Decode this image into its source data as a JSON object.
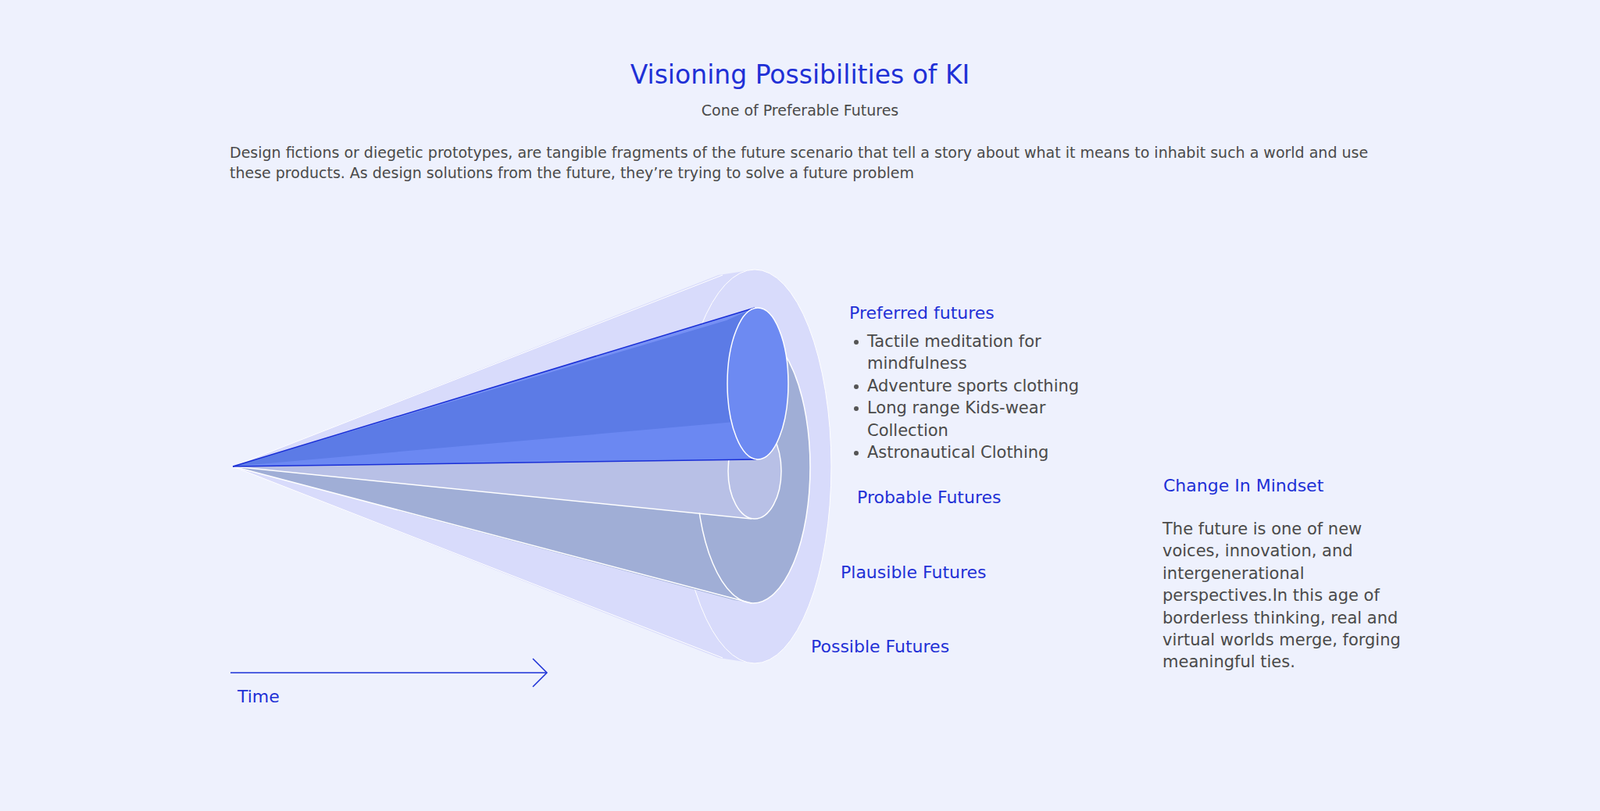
{
  "diagram": {
    "title": "Visioning Possibilities of KI",
    "labels": [
      "Cone of Preferable Futures",
      "Design fictions or diegetic prototypes, are tangible fragments of the future scenario that tell a story about what it means to inhabit such a world and use these products. As design solutions from the future, they’re trying to solve a future problem",
      "Preferred futures",
      "Tactile meditation for mindfulness",
      "Adventure sports clothing",
      "Long range Kids-wear Collection",
      "Astronautical Clothing",
      "Probable Futures",
      "Plausible Futures",
      "Possible Futures",
      "Time",
      "Change In Mindset",
      "The future is one of new voices, innovation, and intergenerational perspectives.In this age of borderless thinking, real and virtual worlds merge, forging meaningful ties."
    ]
  }
}
